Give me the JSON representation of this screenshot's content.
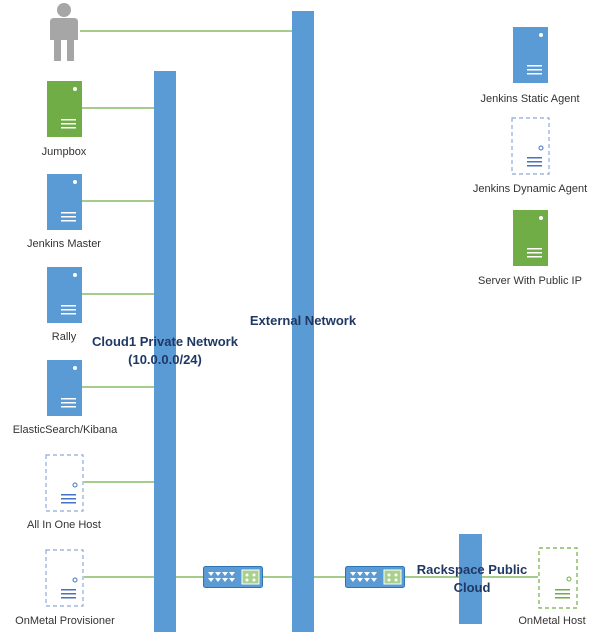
{
  "colors": {
    "network_bar": "#5b9bd5",
    "link_line": "#70ad47",
    "server_blue": "#5b9bd5",
    "server_green": "#70ad47",
    "dashed_outline": "#8ea9db",
    "dashed_green": "#70ad47",
    "person": "#a6a6a6",
    "label_text": "#333333",
    "network_label_text": "#1f3864"
  },
  "networks": {
    "private": {
      "label_line1": "Cloud1 Private Network",
      "label_line2": "(10.0.0.0/24)"
    },
    "external": {
      "label": "External Network"
    },
    "rackspace": {
      "label_line1": "Rackspace Public",
      "label_line2": "Cloud"
    }
  },
  "nodes": {
    "user": {
      "icon": "person-icon"
    },
    "jumpbox": {
      "label": "Jumpbox",
      "icon": "server-icon",
      "style": "green"
    },
    "jenkins_master": {
      "label": "Jenkins Master",
      "icon": "server-icon",
      "style": "blue"
    },
    "rally": {
      "label": "Rally",
      "icon": "server-icon",
      "style": "blue"
    },
    "elasticsearch": {
      "label": "ElasticSearch/Kibana",
      "icon": "server-icon",
      "style": "blue"
    },
    "all_in_one": {
      "label": "All In One Host",
      "icon": "server-icon",
      "style": "dashed"
    },
    "onmetal_provisioner": {
      "label": "OnMetal Provisioner",
      "icon": "server-icon",
      "style": "dashed"
    },
    "onmetal_host": {
      "label": "OnMetal Host",
      "icon": "server-icon",
      "style": "dashed-green"
    }
  },
  "legend": {
    "static_agent": {
      "label": "Jenkins Static Agent",
      "icon": "server-icon",
      "style": "blue"
    },
    "dynamic_agent": {
      "label": "Jenkins Dynamic Agent",
      "icon": "server-icon",
      "style": "dashed"
    },
    "public_ip": {
      "label": "Server With Public IP",
      "icon": "server-icon",
      "style": "green"
    }
  },
  "devices": {
    "switch_left": {
      "icon": "switch-icon"
    },
    "switch_right": {
      "icon": "switch-icon"
    }
  }
}
